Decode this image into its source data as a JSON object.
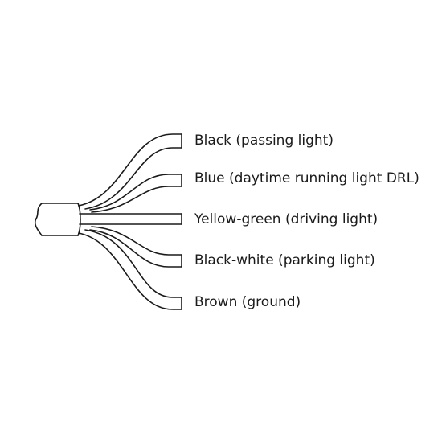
{
  "wires": [
    {
      "label": "Black (passing light)"
    },
    {
      "label": "Blue (daytime running light DRL)"
    },
    {
      "label": "Yellow-green (driving light)"
    },
    {
      "label": "Black-white (parking light)"
    },
    {
      "label": "Brown (ground)"
    }
  ],
  "colors": {
    "stroke": "#1a1a1a",
    "background": "#ffffff",
    "text": "#1a1a1a"
  }
}
